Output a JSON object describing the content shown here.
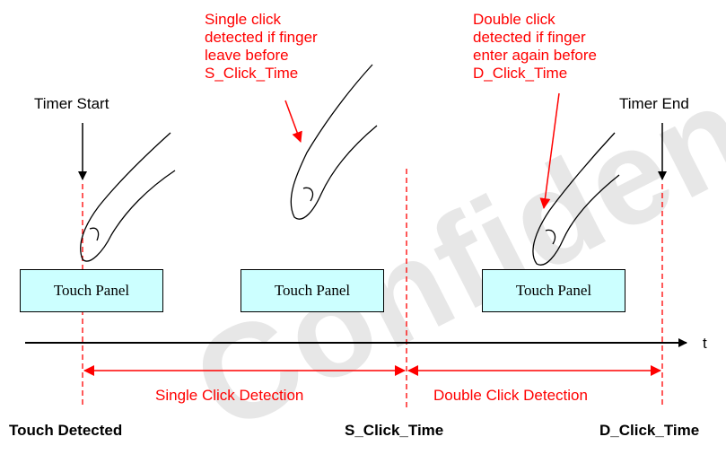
{
  "watermark": "Confidential",
  "labels": {
    "timer_start": "Timer Start",
    "timer_end": "Timer End",
    "single_note": "Single click\ndetected if finger\nleave before\nS_Click_Time",
    "double_note": "Double click\ndetected if finger\nenter again before\nD_Click_Time",
    "panel_1": "Touch Panel",
    "panel_2": "Touch Panel",
    "panel_3": "Touch Panel",
    "axis_t": "t",
    "single_range": "Single Click Detection",
    "double_range": "Double Click Detection",
    "touch_detected": "Touch Detected",
    "s_click_time": "S_Click_Time",
    "d_click_time": "D_Click_Time"
  },
  "colors": {
    "annotation": "#ff0000",
    "panel_fill": "#ccffff",
    "line": "#000000"
  }
}
